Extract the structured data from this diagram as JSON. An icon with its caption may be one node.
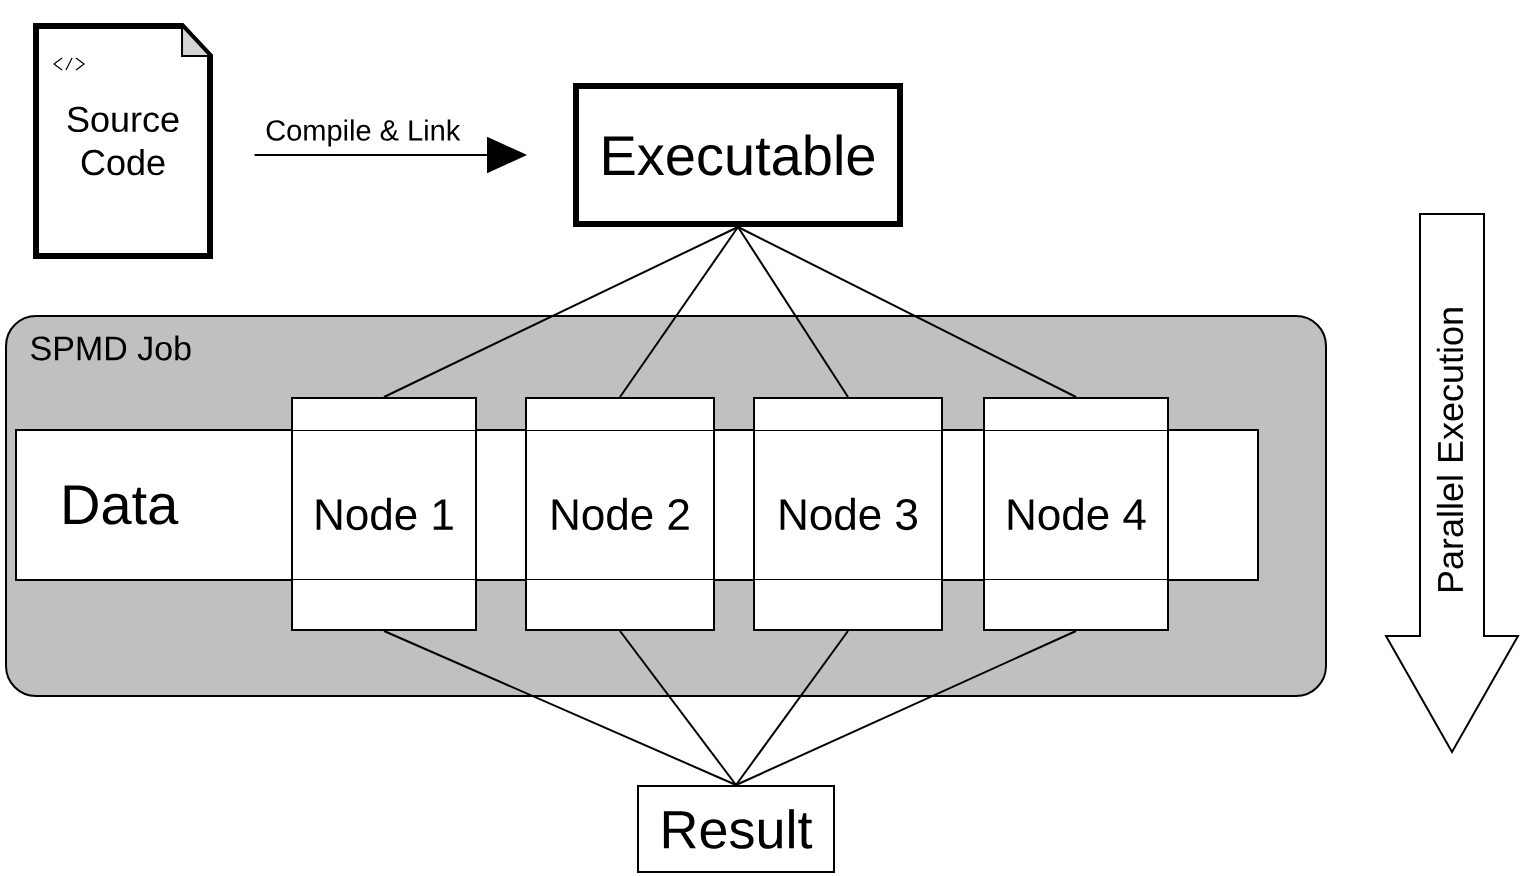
{
  "diagram": {
    "nodes": [
      {
        "text": [
          "Source Code"
        ]
      },
      {
        "text": [
          "Executable"
        ]
      },
      {
        "text": [
          "SPMD Job"
        ]
      },
      {
        "text": [
          "Data"
        ],
        "in": 2
      },
      {
        "text": [
          "Node 1"
        ],
        "in": 2
      },
      {
        "text": [
          "Node 2"
        ],
        "in": 2
      },
      {
        "text": [
          "Node 3"
        ],
        "in": 2
      },
      {
        "text": [
          "Node 4"
        ],
        "in": 2
      },
      {
        "text": [
          "Result"
        ]
      },
      {
        "text": [
          "Parallel Execution"
        ]
      }
    ],
    "edges": [
      {
        "from": 0,
        "to": 1,
        "arrow": "to",
        "label": "Compile & Link"
      },
      {
        "from": 1,
        "to": 4,
        "arrow": "none"
      },
      {
        "from": 1,
        "to": 5,
        "arrow": "none"
      },
      {
        "from": 1,
        "to": 6,
        "arrow": "none"
      },
      {
        "from": 1,
        "to": 7,
        "arrow": "none"
      },
      {
        "from": 4,
        "to": 8,
        "arrow": "none"
      },
      {
        "from": 5,
        "to": 8,
        "arrow": "none"
      },
      {
        "from": 6,
        "to": 8,
        "arrow": "none"
      },
      {
        "from": 7,
        "to": 8,
        "arrow": "none"
      }
    ]
  }
}
